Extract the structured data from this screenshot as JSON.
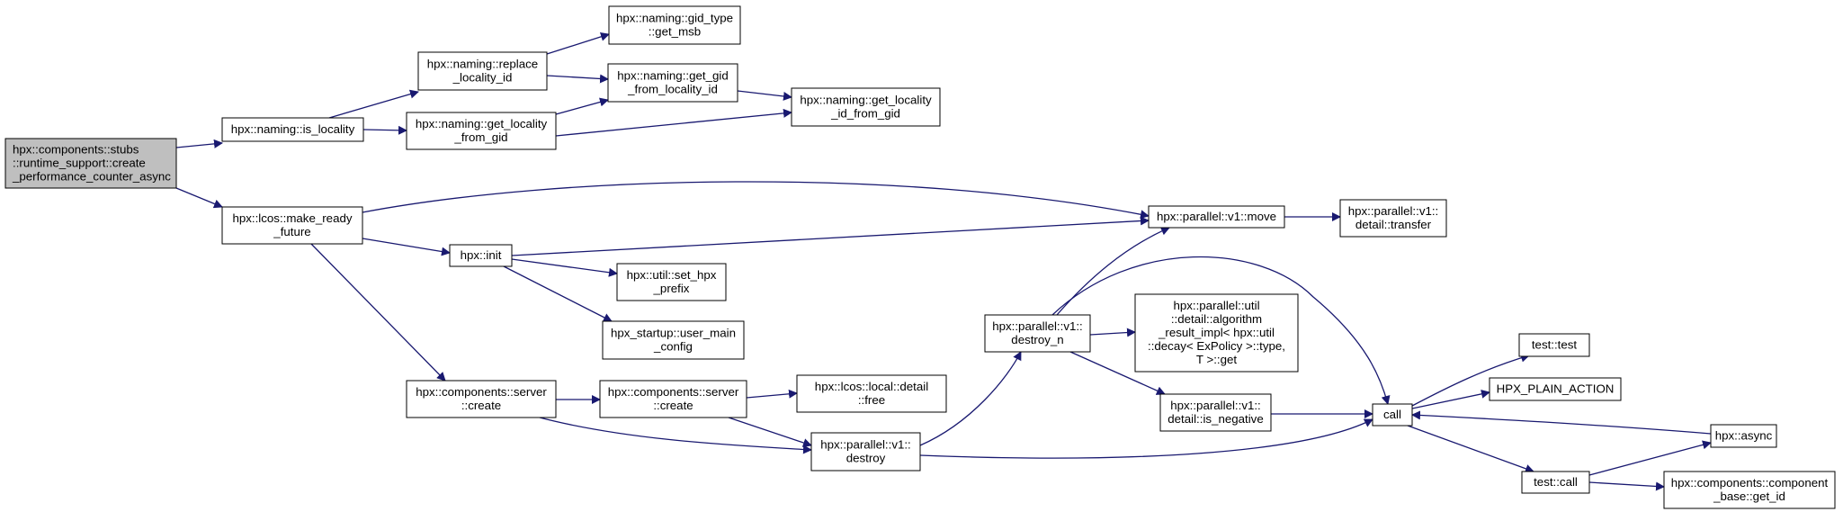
{
  "graph": {
    "nodes": [
      {
        "id": "root",
        "lines": [
          "hpx::components::stubs",
          "::runtime_support::create",
          "_performance_counter_async"
        ],
        "root": true
      },
      {
        "id": "is_locality",
        "lines": [
          "hpx::naming::is_locality"
        ]
      },
      {
        "id": "replace_locality_id",
        "lines": [
          "hpx::naming::replace",
          "_locality_id"
        ]
      },
      {
        "id": "get_msb",
        "lines": [
          "hpx::naming::gid_type",
          "::get_msb"
        ]
      },
      {
        "id": "get_gid_from_locality_id",
        "lines": [
          "hpx::naming::get_gid",
          "_from_locality_id"
        ]
      },
      {
        "id": "get_locality_from_gid",
        "lines": [
          "hpx::naming::get_locality",
          "_from_gid"
        ]
      },
      {
        "id": "get_locality_id_from_gid",
        "lines": [
          "hpx::naming::get_locality",
          "_id_from_gid"
        ]
      },
      {
        "id": "make_ready_future",
        "lines": [
          "hpx::lcos::make_ready",
          "_future"
        ]
      },
      {
        "id": "init",
        "lines": [
          "hpx::init"
        ]
      },
      {
        "id": "set_hpx_prefix",
        "lines": [
          "hpx::util::set_hpx",
          "_prefix"
        ]
      },
      {
        "id": "user_main_config",
        "lines": [
          "hpx_startup::user_main",
          "_config"
        ]
      },
      {
        "id": "server_create",
        "lines": [
          "hpx::components::server",
          "::create"
        ]
      },
      {
        "id": "server_create2",
        "lines": [
          "hpx::components::server",
          "::create"
        ]
      },
      {
        "id": "lcos_local_free",
        "lines": [
          "hpx::lcos::local::detail",
          "::free"
        ]
      },
      {
        "id": "destroy",
        "lines": [
          "hpx::parallel::v1::",
          "destroy"
        ]
      },
      {
        "id": "destroy_n",
        "lines": [
          "hpx::parallel::v1::",
          "destroy_n"
        ]
      },
      {
        "id": "algorithm_result_get",
        "lines": [
          "hpx::parallel::util",
          "::detail::algorithm",
          "_result_impl< hpx::util",
          "::decay< ExPolicy >::type,",
          "T >::get"
        ]
      },
      {
        "id": "is_negative",
        "lines": [
          "hpx::parallel::v1::",
          "detail::is_negative"
        ]
      },
      {
        "id": "move",
        "lines": [
          "hpx::parallel::v1::move"
        ]
      },
      {
        "id": "transfer",
        "lines": [
          "hpx::parallel::v1::",
          "detail::transfer"
        ]
      },
      {
        "id": "call",
        "lines": [
          "call"
        ]
      },
      {
        "id": "test_test",
        "lines": [
          "test::test"
        ]
      },
      {
        "id": "hpx_plain_action",
        "lines": [
          "HPX_PLAIN_ACTION"
        ]
      },
      {
        "id": "hpx_async",
        "lines": [
          "hpx::async"
        ]
      },
      {
        "id": "test_call",
        "lines": [
          "test::call"
        ]
      },
      {
        "id": "get_id",
        "lines": [
          "hpx::components::component",
          "_base::get_id"
        ]
      }
    ],
    "edges": [
      {
        "from": "root",
        "to": "is_locality"
      },
      {
        "from": "root",
        "to": "make_ready_future"
      },
      {
        "from": "is_locality",
        "to": "replace_locality_id"
      },
      {
        "from": "is_locality",
        "to": "get_locality_from_gid"
      },
      {
        "from": "replace_locality_id",
        "to": "get_msb"
      },
      {
        "from": "replace_locality_id",
        "to": "get_gid_from_locality_id"
      },
      {
        "from": "get_locality_from_gid",
        "to": "get_gid_from_locality_id"
      },
      {
        "from": "get_locality_from_gid",
        "to": "get_locality_id_from_gid"
      },
      {
        "from": "get_gid_from_locality_id",
        "to": "get_locality_id_from_gid"
      },
      {
        "from": "make_ready_future",
        "to": "move"
      },
      {
        "from": "make_ready_future",
        "to": "init"
      },
      {
        "from": "make_ready_future",
        "to": "server_create"
      },
      {
        "from": "init",
        "to": "move"
      },
      {
        "from": "init",
        "to": "set_hpx_prefix"
      },
      {
        "from": "init",
        "to": "user_main_config"
      },
      {
        "from": "server_create",
        "to": "server_create2"
      },
      {
        "from": "server_create",
        "to": "destroy"
      },
      {
        "from": "server_create2",
        "to": "lcos_local_free"
      },
      {
        "from": "server_create2",
        "to": "destroy"
      },
      {
        "from": "destroy",
        "to": "destroy_n"
      },
      {
        "from": "destroy",
        "to": "call"
      },
      {
        "from": "destroy_n",
        "to": "move"
      },
      {
        "from": "destroy_n",
        "to": "algorithm_result_get"
      },
      {
        "from": "destroy_n",
        "to": "is_negative"
      },
      {
        "from": "destroy_n",
        "to": "call"
      },
      {
        "from": "is_negative",
        "to": "call"
      },
      {
        "from": "move",
        "to": "transfer"
      },
      {
        "from": "call",
        "to": "test_test"
      },
      {
        "from": "call",
        "to": "hpx_plain_action"
      },
      {
        "from": "call",
        "to": "test_call"
      },
      {
        "from": "hpx_async",
        "to": "call"
      },
      {
        "from": "test_call",
        "to": "hpx_async"
      },
      {
        "from": "test_call",
        "to": "get_id"
      }
    ]
  }
}
